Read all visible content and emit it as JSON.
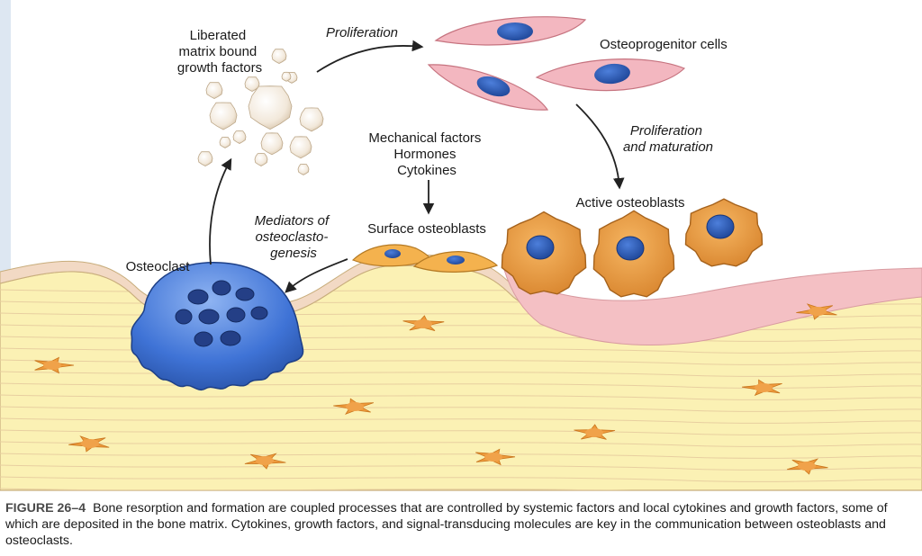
{
  "labels": {
    "growth_factors": [
      "Liberated",
      "matrix bound",
      "growth factors"
    ],
    "proliferation": "Proliferation",
    "osteoprogenitor": "Osteoprogenitor cells",
    "prolif_maturation": [
      "Proliferation",
      "and maturation"
    ],
    "mechanical": [
      "Mechanical factors",
      "Hormones",
      "Cytokines"
    ],
    "surface_osteoblasts": "Surface osteoblasts",
    "active_osteoblasts": "Active osteoblasts",
    "mediators": [
      "Mediators of",
      "osteoclasto-",
      "genesis"
    ],
    "osteoclast": "Osteoclast"
  },
  "caption": {
    "figure": "FIGURE 26–4",
    "text": "Bone resorption and formation are coupled processes that are controlled by systemic factors and local cytokines and growth factors, some of which are deposited in the bone matrix. Cytokines, growth factors, and signal-transducing molecules are key in the communication between osteoblasts and osteoclasts."
  },
  "colors": {
    "bone_matrix": "#fbf1b4",
    "bone_lines": "#e8cfa0",
    "lining": "#f2d9c4",
    "pink_layer": "#f4c0c4",
    "osteoprogenitor_cell": "#f3b7c0",
    "nucleus": "#2f5db8",
    "osteoblast": "#e79a3e",
    "osteoclast": "#3f73d6",
    "osteocyte": "#ef9b3c",
    "growth_factor": "#f4ece0",
    "arrow": "#222222"
  }
}
